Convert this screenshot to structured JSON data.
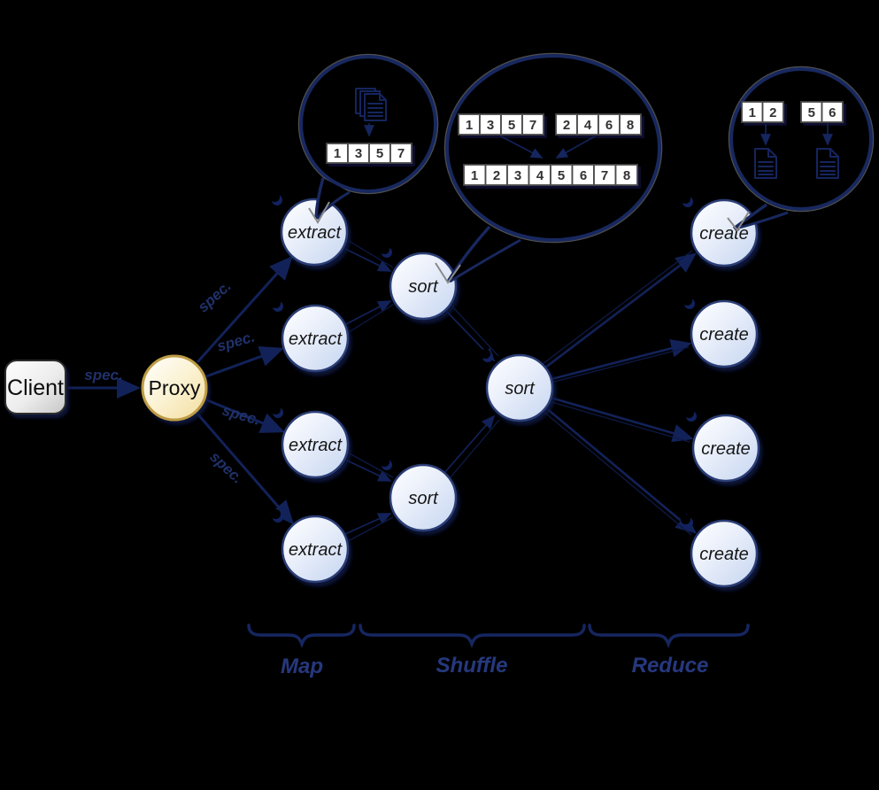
{
  "background": "#000000",
  "client": {
    "label": "Client"
  },
  "proxy": {
    "label": "Proxy"
  },
  "spec_label": "spec.",
  "workers": [
    {
      "id": "extract-1",
      "label": "extract"
    },
    {
      "id": "extract-2",
      "label": "extract"
    },
    {
      "id": "extract-3",
      "label": "extract"
    },
    {
      "id": "extract-4",
      "label": "extract"
    },
    {
      "id": "sort-top",
      "label": "sort"
    },
    {
      "id": "sort-bottom",
      "label": "sort"
    },
    {
      "id": "sort-merge",
      "label": "sort"
    },
    {
      "id": "create-1",
      "label": "create"
    },
    {
      "id": "create-2",
      "label": "create"
    },
    {
      "id": "create-3",
      "label": "create"
    },
    {
      "id": "create-4",
      "label": "create"
    }
  ],
  "phases": [
    {
      "label": "Map"
    },
    {
      "label": "Shuffle"
    },
    {
      "label": "Reduce"
    }
  ],
  "callouts": {
    "map_input": {
      "icon": "document-stack-icon",
      "cells": [
        "1",
        "3",
        "5",
        "7"
      ]
    },
    "sort_merge": {
      "input_left": [
        "1",
        "3",
        "5",
        "7"
      ],
      "input_right": [
        "2",
        "4",
        "6",
        "8"
      ],
      "output": [
        "1",
        "2",
        "3",
        "4",
        "5",
        "6",
        "7",
        "8"
      ]
    },
    "reduce_output": {
      "icon": "document-icon",
      "left_cells": [
        "1",
        "2"
      ],
      "right_cells": [
        "5",
        "6"
      ]
    }
  },
  "colors": {
    "edge_navy": "#122259",
    "node_border": "#2c3e74",
    "node_fill_light": "#ffffff",
    "node_fill_dark": "#c9d8f1",
    "proxy_border": "#bd9c44",
    "proxy_fill_dark": "#f5e1a0",
    "client_fill_dark": "#c6c6c6",
    "label_navy": "#26387c",
    "cell_white": "#ffffff"
  }
}
